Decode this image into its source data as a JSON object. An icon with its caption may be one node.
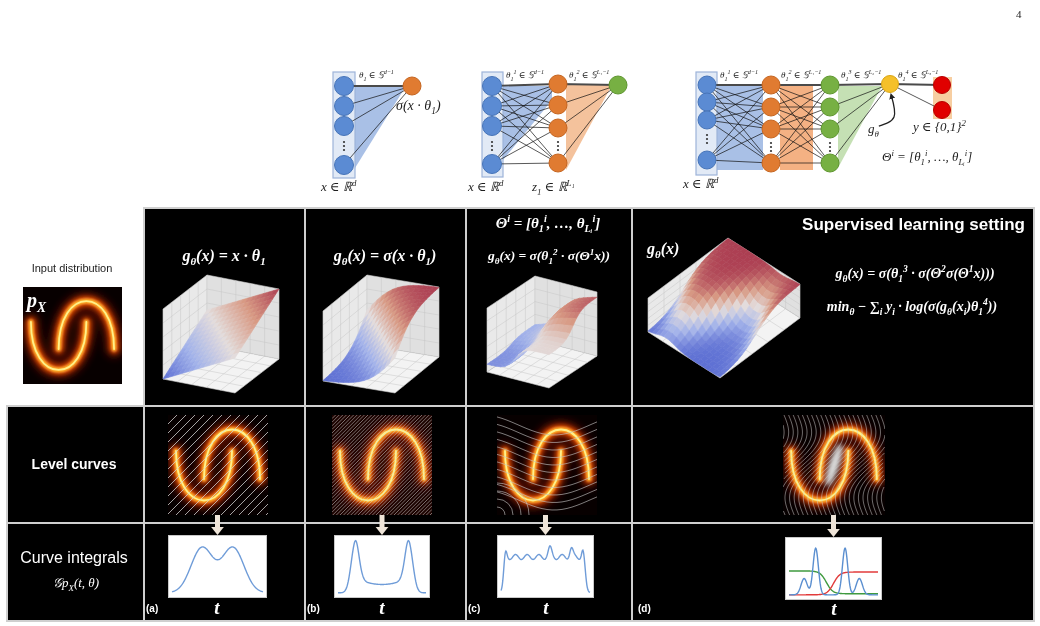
{
  "diagram": {
    "nodes": [
      {
        "text": [],
        "shape": "circle"
      },
      {
        "text": [
          "g$_{θ}$"
        ]
      },
      {
        "text": [
          "Input distribution",
          "p$_{X}$"
        ]
      },
      {
        "text": [
          "g$_{θ}$(x) = x · θ$_{1}$"
        ]
      },
      {
        "text": [
          "g$_{θ}$(x) = σ(x · θ$_{1}$)"
        ]
      },
      {
        "text": [
          "Θ$^{i}$ = [θ$_{1}$$^{i}$, …, θ$_{Lᵢ}$$^{i}$]",
          "g$_{θ}$(x) = σ(θ$_{1}$$^{2}$ · σ(Θ$^{1}$x))"
        ]
      },
      {
        "text": [
          "Supervised learning setting",
          "g$_{θ}$(x)",
          "g$_{θ}$(x) = σ(θ$_{1}$$^{3}$ · σ(Θ$^{2}$σ(Θ$^{1}$x)))",
          "min$_{θ}$ − ∑$_{i}$ y$_{i}$ · log(σ(g$_{θ}$(x$_{i}$)θ$_{1}$$^{4}$))"
        ]
      },
      {
        "text": [
          "Level curves"
        ]
      },
      {
        "text": [],
        "shape": "box"
      },
      {
        "text": [],
        "shape": "picture",
        "in": 8
      },
      {
        "text": [],
        "shape": "box"
      },
      {
        "text": [],
        "shape": "picture",
        "in": 10
      },
      {
        "text": [],
        "shape": "box"
      },
      {
        "text": [],
        "shape": "picture",
        "in": 12
      },
      {
        "text": [],
        "shape": "box"
      },
      {
        "text": [],
        "shape": "picture",
        "in": 14
      },
      {
        "text": [
          "Curve integrals",
          "𝒢p$_{X}$(t, θ)"
        ]
      },
      {
        "text": [
          "(a)"
        ]
      },
      {
        "text": [],
        "shape": "picture",
        "in": 17,
        "beside": [
          "t"
        ]
      },
      {
        "text": [
          "(b)"
        ]
      },
      {
        "text": [],
        "shape": "picture",
        "in": 19,
        "beside": [
          "t"
        ]
      },
      {
        "text": [
          "(c)"
        ]
      },
      {
        "text": [],
        "shape": "picture",
        "in": 21,
        "beside": [
          "t"
        ]
      },
      {
        "text": [
          "(d)"
        ]
      },
      {
        "text": [],
        "shape": "picture",
        "in": 23,
        "beside": [
          "t"
        ]
      }
    ],
    "edges": [
      {
        "from": 1,
        "to": 0,
        "arrow": "to",
        "color": "#222222"
      },
      {
        "from": 9,
        "to": 18,
        "arrow": "to"
      },
      {
        "from": 11,
        "to": 20,
        "arrow": "to"
      },
      {
        "from": 13,
        "to": 22,
        "arrow": "to"
      },
      {
        "from": 15,
        "to": 24,
        "arrow": "to"
      }
    ],
    "labels": [
      "4",
      "θ$_{1}$ ∈ 𝕊$^{d−1}$",
      "σ(x · θ$_{1}$)",
      "x ∈ ℝ$^{d}$",
      "θ$_{1}$$^{1}$ ∈ 𝕊$^{d−1}$",
      "θ$_{1}$$^{2}$ ∈ 𝕊$^{L₁−1}$",
      "x ∈ ℝ$^{d}$",
      "z$_{1}$ ∈ ℝ$^{L₁}$",
      "θ$_{1}$$^{1}$ ∈ 𝕊$^{d−1}$",
      "θ$_{1}$$^{2}$ ∈ 𝕊$^{L₁−1}$",
      "θ$_{1}$$^{3}$ ∈ 𝕊$^{L₂−1}$",
      "θ$_{1}$$^{4}$ ∈ 𝕊$^{L₃−1}$",
      "y ∈ {0,1}$^{2}$",
      "Θ$^{i}$ = [θ$_{1}$$^{i}$, …, θ$_{Lᵢ}$$^{i}$]",
      "x ∈ ℝ$^{d}$"
    ]
  }
}
